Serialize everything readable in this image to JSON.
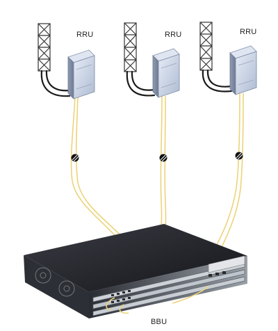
{
  "labels": {
    "rru1": "RRU",
    "rru2": "RRU",
    "rru3": "RRU",
    "bbu": "BBU"
  },
  "colors": {
    "fiber": "#ecd37a",
    "antenna_stroke": "#333333",
    "rru_body": "#c9d3e6",
    "bbu_body": "#1e1f24"
  }
}
